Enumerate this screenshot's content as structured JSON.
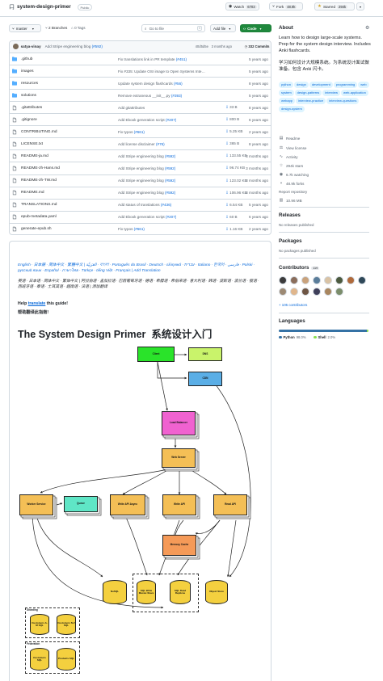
{
  "header": {
    "repo_name": "system-design-primer",
    "visibility": "Public",
    "watch_label": "Watch",
    "watch_count": "6703",
    "fork_label": "Fork",
    "fork_count": "48.9k",
    "star_label": "Starred",
    "star_count": "294k"
  },
  "toolbar": {
    "branch": "master",
    "branches": "2 Branches",
    "tags": "0 Tags",
    "goto_placeholder": "Go to file",
    "goto_kbd": "t",
    "add_file": "Add file",
    "code": "Code"
  },
  "commit": {
    "author": "satya-vinay",
    "message": "Add Stripe engineering blog",
    "pr": "(#592)",
    "hash": "40d5d5e",
    "when": "3 months ago",
    "count": "332 Commits"
  },
  "files": [
    {
      "name": ".github",
      "type": "dir",
      "msg": "Fix translations link in PR template",
      "pr": "(#451)",
      "size": "",
      "time": "5 years ago"
    },
    {
      "name": "images",
      "type": "dir",
      "msg": "Fix #335: Update OSI image to Open Systems Inte…",
      "pr": "",
      "size": "",
      "time": "5 years ago"
    },
    {
      "name": "resources",
      "type": "dir",
      "msg": "Update system design flashcards",
      "pr": "(#56)",
      "size": "",
      "time": "8 years ago"
    },
    {
      "name": "solutions",
      "type": "dir",
      "msg": "Remove extraneous __init__.py",
      "pr": "(#393)",
      "size": "",
      "time": "5 years ago"
    },
    {
      "name": ".gitattributes",
      "type": "file",
      "msg": "Add gitattributes",
      "pr": "",
      "size": "33 B",
      "time": "8 years ago"
    },
    {
      "name": ".gitignore",
      "type": "file",
      "msg": "Add Ebook generation script",
      "pr": "(#207)",
      "size": "800 B",
      "time": "6 years ago"
    },
    {
      "name": "CONTRIBUTING.md",
      "type": "file",
      "msg": "Fix typos",
      "pr": "(#661)",
      "size": "5.25 KB",
      "time": "2 years ago"
    },
    {
      "name": "LICENSE.txt",
      "type": "file",
      "msg": "Add license disclaimer",
      "pr": "(#76)",
      "size": "365 B",
      "time": "8 years ago"
    },
    {
      "name": "README-ja.md",
      "type": "file",
      "msg": "Add Stripe engineering blog",
      "pr": "(#592)",
      "size": "133.55 KB",
      "time": "3 months ago"
    },
    {
      "name": "README-zh-Hans.md",
      "type": "file",
      "msg": "Add Stripe engineering blog",
      "pr": "(#592)",
      "size": "96.74 KB",
      "time": "3 months ago"
    },
    {
      "name": "README-zh-TW.md",
      "type": "file",
      "msg": "Add Stripe engineering blog",
      "pr": "(#592)",
      "size": "123.02 KB",
      "time": "3 months ago"
    },
    {
      "name": "README.md",
      "type": "file",
      "msg": "Add Stripe engineering blog",
      "pr": "(#592)",
      "size": "106.96 KB",
      "time": "3 months ago"
    },
    {
      "name": "TRANSLATIONS.md",
      "type": "file",
      "msg": "Add status of translations",
      "pr": "(#436)",
      "size": "6.54 KB",
      "time": "5 years ago"
    },
    {
      "name": "epub-metadata.yaml",
      "type": "file",
      "msg": "Add Ebook generation script",
      "pr": "(#207)",
      "size": "60 B",
      "time": "6 years ago"
    },
    {
      "name": "generate-epub.sh",
      "type": "file",
      "msg": "Fix typos",
      "pr": "(#661)",
      "size": "1.16 KB",
      "time": "2 years ago"
    }
  ],
  "readme": {
    "languages_line1": "English ∙ 日本語 ∙ 简体中文 ∙ 繁體中文 | العَرَبِيَّة‎ ∙ বাংলা ∙ Português do Brasil ∙ Deutsch ∙ ελληνικά ∙ עברית ∙ Italiano ∙ 한국어 ∙ فارسی ∙ Polski ∙ русский язык ∙ Español ∙ ภาษาไทย ∙ Türkçe ∙ tiếng Việt ∙ Français | Add Translation",
    "languages_line2": "英语 ∙ 日本语 ∙ 简体中文 ∙ 繁体中文 | 阿拉伯语 ∙ 孟加拉语 ∙ 巴西葡萄牙语 ∙ 德语 ∙ 希腊语 ∙ 希伯来语 ∙ 意大利语 ∙ 韩语 ∙ 波斯语 ∙ 波兰语 ∙ 俄语 ∙ 西班牙语 ∙ 泰语 ∙ 土耳其语 ∙ 越南语 ∙ 法语 | 添加翻译",
    "help_prefix": "Help ",
    "help_link": "translate",
    "help_suffix": " this guide!",
    "help_zh": "帮助翻译此指南!",
    "title": "The System Design Primer",
    "title_zh": "系统设计入门"
  },
  "diagram": {
    "client": "Client",
    "dns": "DNS",
    "cdn": "CDN",
    "lb": "Load Balancer",
    "web": "Web Server",
    "worker": "Worker Service",
    "queue": "Queue",
    "write_async": "Write API Async",
    "write": "Write API",
    "read": "Read API",
    "cache": "Memory Cache",
    "nosql": "NoSQL",
    "sql_master": "SQL Write Master-Slave",
    "sql_replicas": "SQL Read Replicas",
    "object_store": "Object Store",
    "sharding": "Sharding",
    "cust_am": "Customers A-M SQL",
    "cust_nz": "Customers N-Z SQL",
    "federation": "Federation",
    "customers": "Customers SQL",
    "products": "Products SQL"
  },
  "sidebar": {
    "about": "About",
    "description": "Learn how to design large-scale systems. Prep for the system design interview. Includes Anki flashcards.",
    "description_zh": "学习如何设计大规模系统。为系统设计面试做准备。包含 Anki 闪卡。",
    "topics": [
      "python",
      "design",
      "development",
      "programming",
      "web",
      "system",
      "design-patterns",
      "interview",
      "web-application",
      "webapp",
      "interview-practice",
      "interview-questions",
      "design-system"
    ],
    "readme": "Readme",
    "license": "View license",
    "activity": "Activity",
    "stars": "294k stars",
    "watching": "6.7k watching",
    "forks": "48.9k forks",
    "report": "Report repository",
    "size": "10.96 MB",
    "releases": "Releases",
    "no_releases": "No releases published",
    "packages": "Packages",
    "no_packages": "No packages published",
    "contributors": "Contributors",
    "contributors_count": "119",
    "more_contributors": "+ 105 contributors",
    "languages": "Languages",
    "lang1_name": "Python",
    "lang1_pct": "98.0%",
    "lang1_color": "#3572A5",
    "lang2_name": "Shell",
    "lang2_pct": "2.0%",
    "lang2_color": "#89e051"
  }
}
